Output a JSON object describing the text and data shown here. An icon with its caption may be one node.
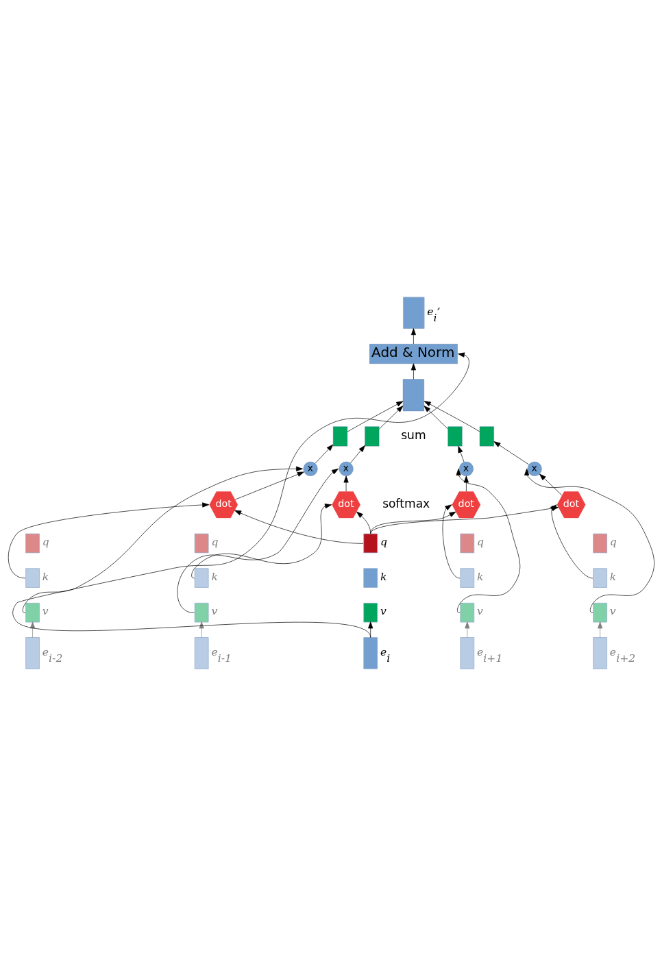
{
  "diagram": {
    "nodes": [
      {
        "text": [],
        "shape": "box",
        "beside": [
          "e$_{i}$’"
        ]
      },
      {
        "text": [
          "Add & Norm"
        ]
      },
      {
        "text": [],
        "shape": "box"
      },
      {
        "text": [],
        "shape": "box"
      },
      {
        "text": [],
        "shape": "box"
      },
      {
        "text": [],
        "shape": "box"
      },
      {
        "text": [],
        "shape": "box"
      },
      {
        "text": [
          "x"
        ]
      },
      {
        "text": [
          "x"
        ]
      },
      {
        "text": [
          "x"
        ]
      },
      {
        "text": [
          "x"
        ]
      },
      {
        "text": [
          "dot"
        ]
      },
      {
        "text": [
          "dot"
        ]
      },
      {
        "text": [
          "dot"
        ]
      },
      {
        "text": [
          "dot"
        ]
      },
      {
        "text": [],
        "shape": "box",
        "beside": [
          "q"
        ]
      },
      {
        "text": [],
        "shape": "box",
        "beside": [
          "k"
        ]
      },
      {
        "text": [],
        "shape": "box",
        "beside": [
          "v"
        ]
      },
      {
        "text": [],
        "shape": "box",
        "beside": [
          "q"
        ]
      },
      {
        "text": [],
        "shape": "box",
        "beside": [
          "k"
        ]
      },
      {
        "text": [],
        "shape": "box",
        "beside": [
          "v"
        ]
      },
      {
        "text": [],
        "shape": "box",
        "beside": [
          "q"
        ]
      },
      {
        "text": [],
        "shape": "box",
        "beside": [
          "k"
        ]
      },
      {
        "text": [],
        "shape": "box",
        "beside": [
          "v"
        ]
      },
      {
        "text": [],
        "shape": "box",
        "beside": [
          "q"
        ]
      },
      {
        "text": [],
        "shape": "box",
        "beside": [
          "k"
        ]
      },
      {
        "text": [],
        "shape": "box",
        "beside": [
          "v"
        ]
      },
      {
        "text": [],
        "shape": "box",
        "beside": [
          "q"
        ]
      },
      {
        "text": [],
        "shape": "box",
        "beside": [
          "k"
        ]
      },
      {
        "text": [],
        "shape": "box",
        "beside": [
          "v"
        ]
      },
      {
        "text": [],
        "shape": "box",
        "beside": [
          "e$_{i-2}$"
        ]
      },
      {
        "text": [],
        "shape": "box",
        "beside": [
          "e$_{i-1}$"
        ]
      },
      {
        "text": [],
        "shape": "box",
        "beside": [
          "e$_{i}$"
        ]
      },
      {
        "text": [],
        "shape": "box",
        "beside": [
          "e$_{i+1}$"
        ]
      },
      {
        "text": [],
        "shape": "box",
        "beside": [
          "e$_{i+2}$"
        ]
      }
    ],
    "edges": [
      {
        "from": 30,
        "to": 17,
        "arrow": "to",
        "color": "#808080"
      },
      {
        "from": 31,
        "to": 20,
        "arrow": "to",
        "color": "#808080"
      },
      {
        "from": 32,
        "to": 23,
        "arrow": "to"
      },
      {
        "from": 33,
        "to": 26,
        "arrow": "to",
        "color": "#808080"
      },
      {
        "from": 34,
        "to": 29,
        "arrow": "to",
        "color": "#808080"
      },
      {
        "from": 21,
        "to": 11,
        "arrow": "to"
      },
      {
        "from": 21,
        "to": 12,
        "arrow": "to"
      },
      {
        "from": 21,
        "to": 13,
        "arrow": "to"
      },
      {
        "from": 21,
        "to": 14,
        "arrow": "to"
      },
      {
        "from": 16,
        "to": 11,
        "arrow": "to"
      },
      {
        "from": 19,
        "to": 12,
        "arrow": "to"
      },
      {
        "from": 25,
        "to": 13,
        "arrow": "to"
      },
      {
        "from": 28,
        "to": 14,
        "arrow": "to"
      },
      {
        "from": 17,
        "to": 7,
        "arrow": "to"
      },
      {
        "from": 20,
        "to": 8,
        "arrow": "to"
      },
      {
        "from": 26,
        "to": 9,
        "arrow": "to"
      },
      {
        "from": 29,
        "to": 10,
        "arrow": "to"
      },
      {
        "from": 11,
        "to": 7,
        "arrow": "to"
      },
      {
        "from": 12,
        "to": 8,
        "arrow": "to"
      },
      {
        "from": 13,
        "to": 9,
        "arrow": "to"
      },
      {
        "from": 14,
        "to": 10,
        "arrow": "to"
      },
      {
        "from": 7,
        "to": 3,
        "arrow": "to"
      },
      {
        "from": 8,
        "to": 4,
        "arrow": "to"
      },
      {
        "from": 9,
        "to": 5,
        "arrow": "to"
      },
      {
        "from": 10,
        "to": 6,
        "arrow": "to"
      },
      {
        "from": 3,
        "to": 2,
        "arrow": "to"
      },
      {
        "from": 4,
        "to": 2,
        "arrow": "to"
      },
      {
        "from": 5,
        "to": 2,
        "arrow": "to"
      },
      {
        "from": 6,
        "to": 2,
        "arrow": "to"
      },
      {
        "from": 2,
        "to": 1,
        "arrow": "to"
      },
      {
        "from": 1,
        "to": 0,
        "arrow": "to"
      },
      {
        "from": 32,
        "to": 1,
        "arrow": "to"
      }
    ],
    "labels": [
      "sum",
      "softmax"
    ]
  }
}
